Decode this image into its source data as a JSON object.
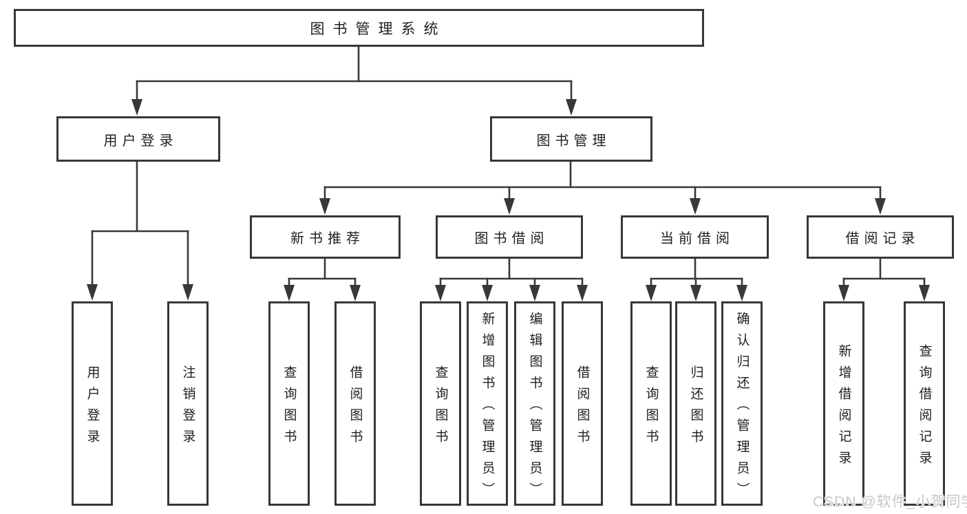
{
  "diagram": {
    "line_color": "#383838",
    "box_border_color": "#373737",
    "root": {
      "label": "图书管理系统"
    },
    "level2": [
      {
        "id": "user-login",
        "label": "用户登录"
      },
      {
        "id": "book-management",
        "label": "图书管理"
      }
    ],
    "level3": [
      {
        "id": "new-book-recommend",
        "label": "新书推荐"
      },
      {
        "id": "book-borrowing",
        "label": "图书借阅"
      },
      {
        "id": "current-borrowing",
        "label": "当前借阅"
      },
      {
        "id": "borrowing-records",
        "label": "借阅记录"
      }
    ],
    "leaves": [
      {
        "id": "leaf-user-login",
        "label": "用户登录"
      },
      {
        "id": "leaf-logout",
        "label": "注销登录"
      },
      {
        "id": "leaf-query-books-1",
        "label": "查询图书"
      },
      {
        "id": "leaf-borrow-books-1",
        "label": "借阅图书"
      },
      {
        "id": "leaf-query-books-2",
        "label": "查询图书"
      },
      {
        "id": "leaf-add-books-admin",
        "label": "新增图书（管理员）"
      },
      {
        "id": "leaf-edit-books-admin",
        "label": "编辑图书（管理员）"
      },
      {
        "id": "leaf-borrow-books-2",
        "label": "借阅图书"
      },
      {
        "id": "leaf-query-books-3",
        "label": "查询图书"
      },
      {
        "id": "leaf-return-books",
        "label": "归还图书"
      },
      {
        "id": "leaf-confirm-return-admin",
        "label": "确认归还（管理员）"
      },
      {
        "id": "leaf-add-borrow-record",
        "label": "新增借阅记录"
      },
      {
        "id": "leaf-query-borrow-record",
        "label": "查询借阅记录"
      }
    ]
  },
  "watermark": {
    "text": "CSDN @软件_小贺同学"
  }
}
